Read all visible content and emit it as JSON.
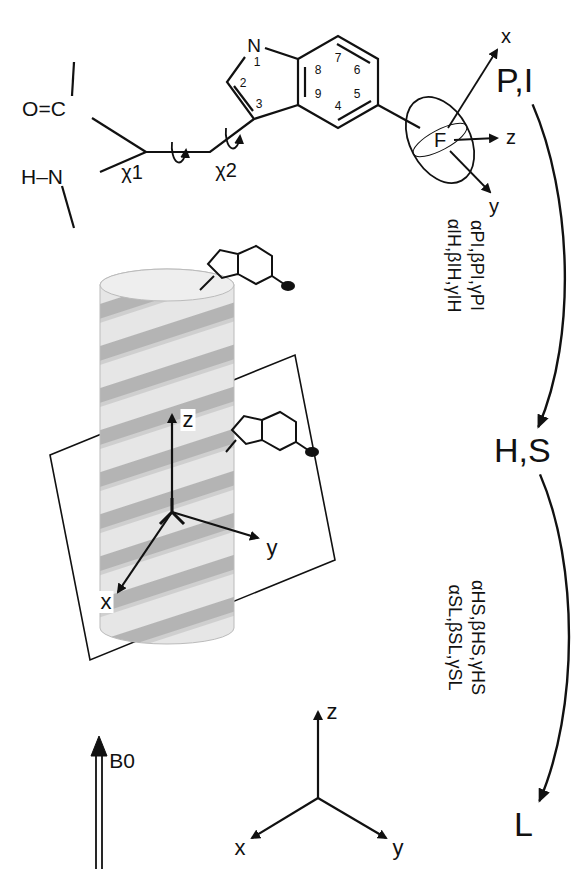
{
  "diagram": {
    "nodes": [
      {
        "text": [
          "P,I"
        ]
      },
      {
        "text": [
          "H,S"
        ]
      },
      {
        "text": [
          "L"
        ]
      }
    ],
    "edges": [
      {
        "from": 0,
        "to": 1,
        "arrow": "to",
        "label": "αPI,βPI,γPI αIH,βIH,γIH"
      },
      {
        "from": 1,
        "to": 2,
        "arrow": "to",
        "label": "αHS,βHS,γHS αSL,βSL,γSL"
      }
    ],
    "labels": [
      "N",
      "1",
      "2",
      "3",
      "4",
      "5",
      "6",
      "7",
      "8",
      "9",
      "O=C",
      "H–N",
      "χ1",
      "χ2",
      "F",
      "x",
      "z",
      "y",
      "z",
      "y",
      "x",
      "B0",
      "z",
      "x",
      "y"
    ]
  }
}
